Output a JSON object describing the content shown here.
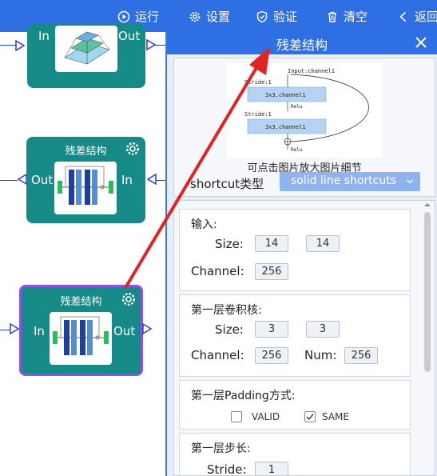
{
  "toolbar": {
    "run": "运行",
    "settings": "设置",
    "validate": "验证",
    "clear": "清空",
    "back": "返回"
  },
  "colors": {
    "toolbar_bg": "#2f6fe4",
    "node_bg": "#168a86",
    "selected_border": "#8a52e6",
    "wire": "#2b3fd6",
    "annotation_arrow": "#e02424"
  },
  "nodes": [
    {
      "title": "",
      "in_label": "In",
      "out_label": "Out"
    },
    {
      "title": "残差结构",
      "in_label": "In",
      "out_label": "Out"
    },
    {
      "title": "残差结构",
      "in_label": "In",
      "out_label": "Out"
    }
  ],
  "panel": {
    "title": "残差结构",
    "preview": {
      "caption": "可点击图片放大图片细节",
      "diagram_input": "Input:channel1",
      "diagram_stride1": "Stride:1",
      "diagram_conv1": "3x3,channel1",
      "diagram_relu1": "Relu",
      "diagram_stride2": "Stride:1",
      "diagram_conv2": "3x3,channel1",
      "diagram_relu2": "Relu"
    },
    "shortcut": {
      "label": "shortcut类型",
      "value": "solid line shortcuts"
    },
    "input_section": {
      "title": "输入:",
      "size_label": "Size:",
      "size_w": "14",
      "size_h": "14",
      "channel_label": "Channel:",
      "channel_value": "256"
    },
    "kernel_section": {
      "title": "第一层卷积核:",
      "size_label": "Size:",
      "size_w": "3",
      "size_h": "3",
      "channel_label": "Channel:",
      "channel_value": "256",
      "num_label": "Num:",
      "num_value": "256"
    },
    "padding_section": {
      "title": "第一层Padding方式:",
      "option_valid": "VALID",
      "option_same": "SAME",
      "selected": "SAME"
    },
    "stride_section": {
      "title": "第一层步长:",
      "stride_label": "Stride:",
      "stride_value": "1"
    }
  }
}
